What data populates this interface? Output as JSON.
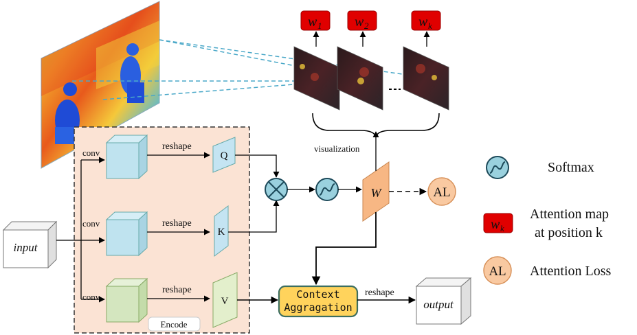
{
  "input_label": "input",
  "output_label": "output",
  "conv_label": "conv",
  "reshape_label": "reshape",
  "encode_label": "Encode",
  "q_label": "Q",
  "k_label": "K",
  "v_label": "V",
  "w_label": "W",
  "al_label": "AL",
  "context_line1": "Context",
  "context_line2": "Aggragation",
  "visualization_label": "visualization",
  "w_badges": [
    {
      "base": "w",
      "sub": "1"
    },
    {
      "base": "w",
      "sub": "2"
    },
    {
      "base": "w",
      "sub": "k"
    }
  ],
  "legend": {
    "softmax": "Softmax",
    "attention_map_line1": "Attention map",
    "attention_map_line2": "at position k",
    "attention_loss": "Attention Loss",
    "badge": {
      "base": "w",
      "sub": "k"
    },
    "al": "AL"
  },
  "colors": {
    "encode_bg": "#fbe3d4",
    "cube_blue": "#bfe3ef",
    "cube_green": "#d4e6bf",
    "vec_blue": "#c4e4f2",
    "vec_green": "#e3efcc",
    "w_orange": "#f7b784",
    "al_fill": "#f9c9a1",
    "softmax_fill": "#9ad1de",
    "badge_red": "#e00000",
    "context_fill": "#ffd35c",
    "context_border": "#3c6e60"
  }
}
